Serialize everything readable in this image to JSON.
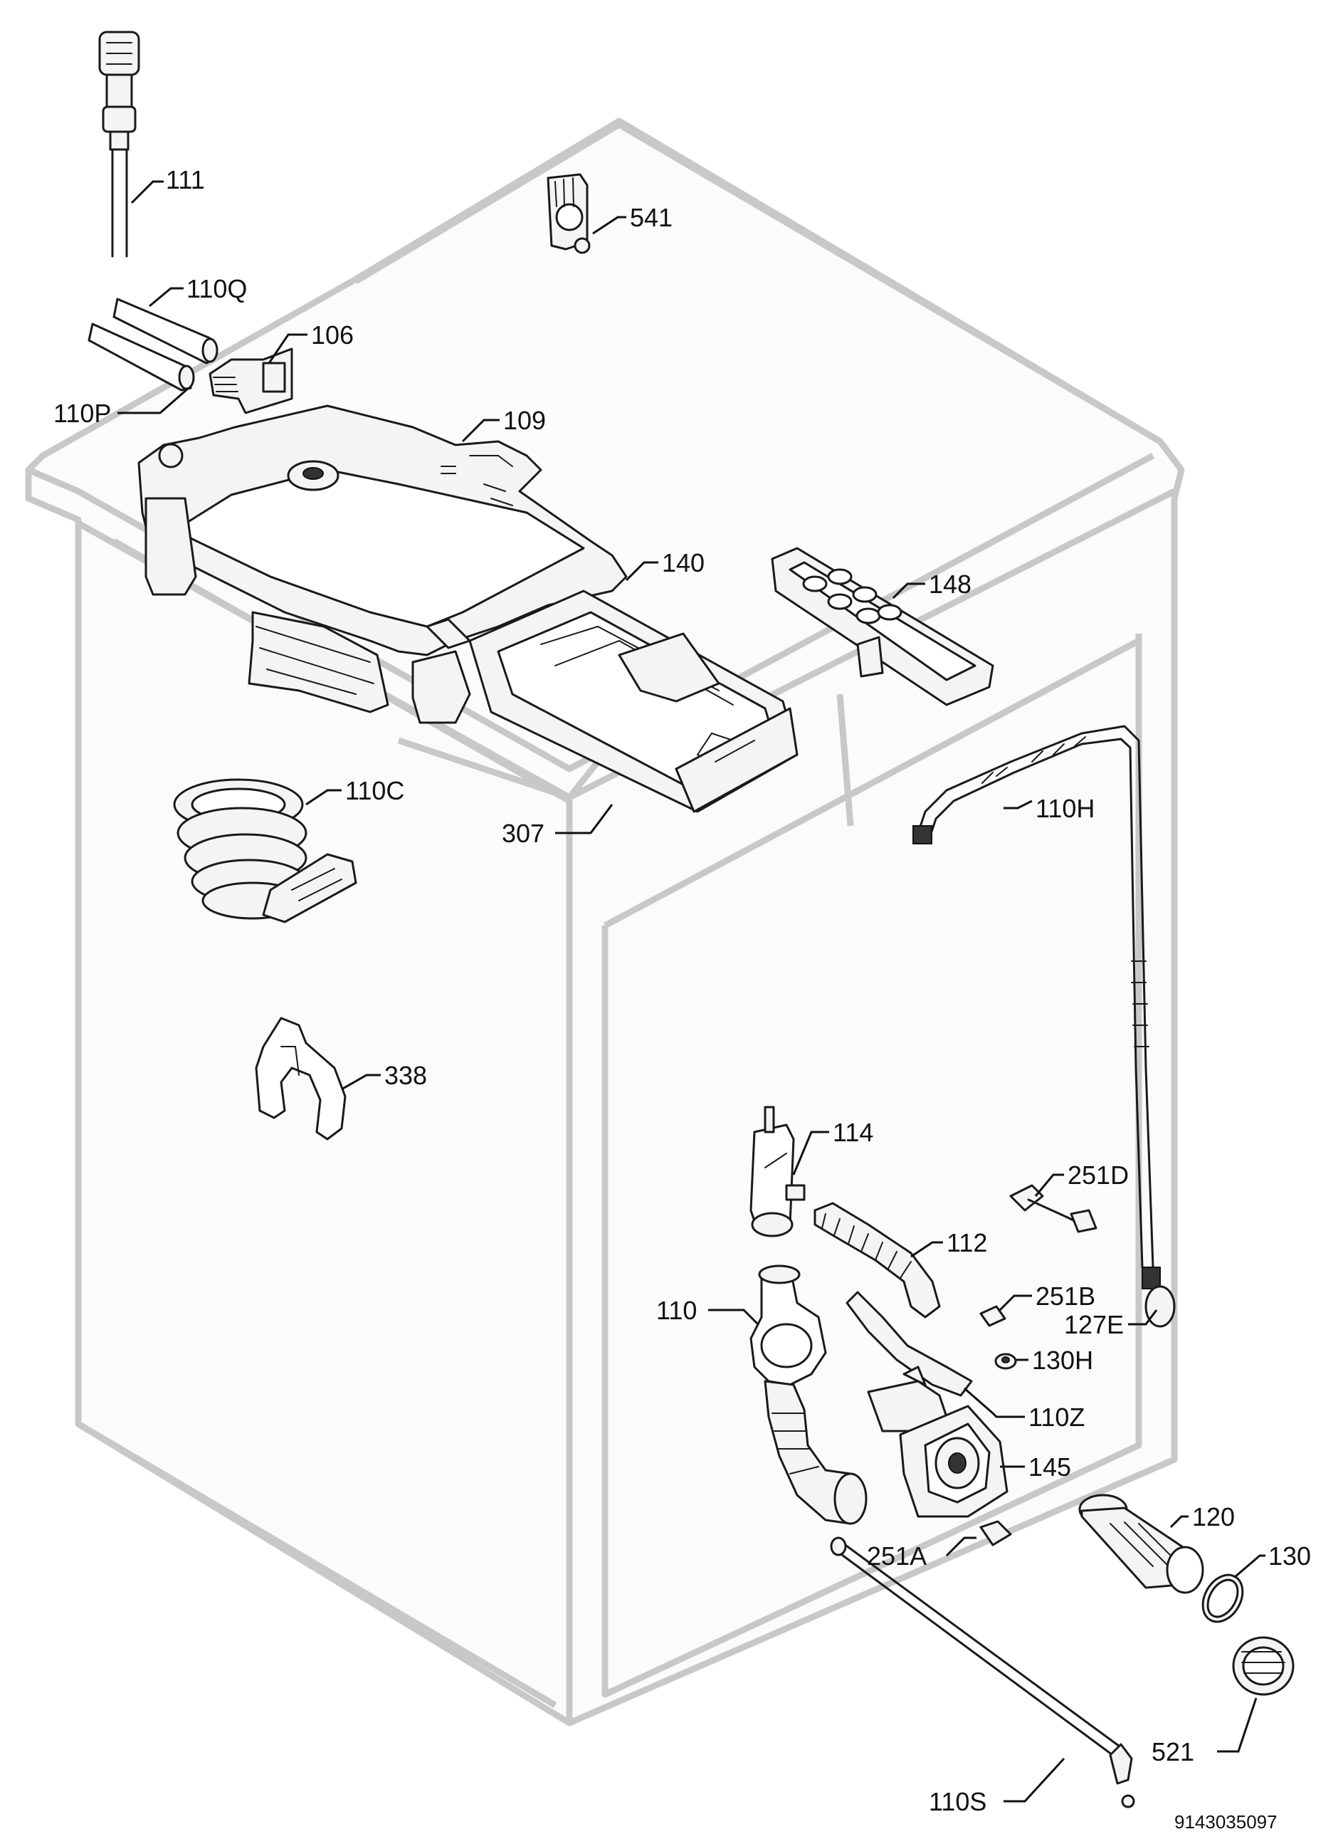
{
  "labels": {
    "p111": "111",
    "p541": "541",
    "p110Q": "110Q",
    "p106": "106",
    "p110P": "110P",
    "p109": "109",
    "p140": "140",
    "p148": "148",
    "p110C": "110C",
    "p307": "307",
    "p110H": "110H",
    "p338": "338",
    "p114": "114",
    "p251D": "251D",
    "p112": "112",
    "p251B": "251B",
    "p110": "110",
    "p127E": "127E",
    "p130H": "130H",
    "p110Z": "110Z",
    "p145": "145",
    "p120": "120",
    "p130": "130",
    "p251A": "251A",
    "p521": "521",
    "p110S": "110S"
  },
  "document_number": "9143035097"
}
